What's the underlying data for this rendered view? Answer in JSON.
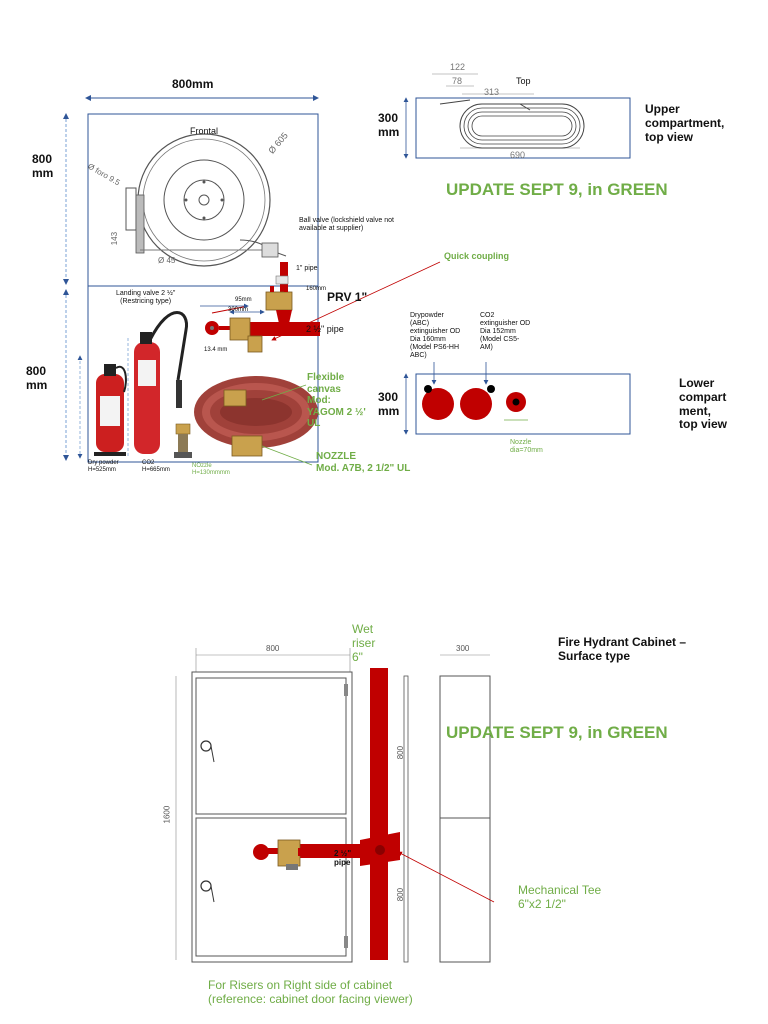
{
  "top_section": {
    "dim_width": "800mm",
    "dim_height_upper": "800\nmm",
    "dim_height_lower": "800\nmm",
    "frontal_label": "Frontal",
    "reel_dia": "Ø 605",
    "reel_hole": "Ø foro 9.5",
    "bracket_dim": "143",
    "hub_dia": "Ø 45",
    "ball_valve": "Ball valve (lockshield valve not\navailable at supplier)",
    "pipe_1in": "1\" pipe",
    "prv": "PRV 1\"",
    "dim_160": "160mm",
    "dim_95": "95mm",
    "dim_300": "300mm",
    "dim_134": "13.4 mm",
    "landing_valve": "Landing valve 2 ½\"\n(Restricing type)",
    "pipe_2half": "2 ½\" pipe",
    "quick_coupling": "Quick coupling",
    "flexible_canvas": "Flexible\ncanvas\nMod:\nYAGOM 2 ½'\nUL",
    "nozzle_label": "NOZZLE\nMod. A7B, 2 1/2\" UL",
    "dry_powder_h": "Dry powder\nH=525mm",
    "co2_h": "CO2\nH=665mm",
    "nozzle_h": "NOzzle\nH=130mmmm"
  },
  "upper_top_view": {
    "dim_122": "122",
    "dim_78": "78",
    "dim_313": "313",
    "top_label": "Top",
    "dim_300": "300\nmm",
    "dim_690": "690",
    "caption": "Upper\ncompartment,\ntop view"
  },
  "update_label_1": "UPDATE SEPT 9, in GREEN",
  "lower_top_view": {
    "drypowder_text": "Drypowder\n(ABC)\nextinguisher OD\nDia 160mm\n(Model PS6-HH\nABC)",
    "co2_text": "CO2\nextinguisher OD\nDia 152mm\n(Model CS5-\nAM)",
    "dim_300": "300\nmm",
    "nozzle_dia": "Nozzle\ndia=70mm",
    "caption": "Lower\ncompart\nment,\ntop view"
  },
  "bottom_section": {
    "dim_800_top": "800",
    "dim_300_side": "300",
    "dim_1600": "1600",
    "dim_800_upper": "800",
    "dim_800_lower": "800",
    "wet_riser": "Wet\nriser\n6\"",
    "cabinet_title": "Fire Hydrant Cabinet –\nSurface type",
    "update_label_2": "UPDATE SEPT 9, in GREEN",
    "pipe_label": "2 ½\"\npipe",
    "mechanical_tee": "Mechanical Tee\n6\"x2 1/2\"",
    "risers_note": "For Risers on Right side of cabinet\n(reference: cabinet door facing viewer)"
  },
  "colors": {
    "accent_green": "#70ad47",
    "pipe_red": "#c00000",
    "outline_blue": "#2f5597",
    "hose_red": "#a0413a"
  }
}
